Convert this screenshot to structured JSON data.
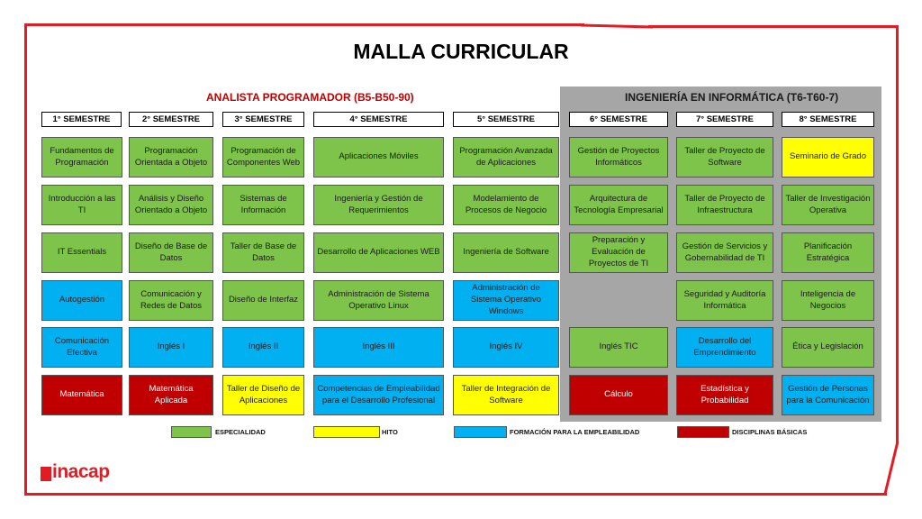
{
  "title": "MALLA CURRICULAR",
  "subtitles": {
    "analista": "ANALISTA PROGRAMADOR (B5-B50-90)",
    "ingenieria": "INGENIERÍA EN INFORMÁTICA (T6-T60-7)"
  },
  "semesters": [
    "1° SEMESTRE",
    "2° SEMESTRE",
    "3° SEMESTRE",
    "4° SEMESTRE",
    "5° SEMESTRE",
    "6° SEMESTRE",
    "7° SEMESTRE",
    "8° SEMESTRE"
  ],
  "courses": [
    [
      "Fundamentos de Programación",
      "Introducción a las TI",
      "IT Essentials",
      "Autogestión",
      "Comunicación Efectiva",
      "Matemática"
    ],
    [
      "Programación Orientada a Objeto",
      "Análisis y Diseño Orientado a Objeto",
      "Diseño de Base de Datos",
      "Comunicación y Redes de Datos",
      "Inglés I",
      "Matemática Aplicada"
    ],
    [
      "Programación de Componentes Web",
      "Sistemas de Información",
      "Taller de Base de Datos",
      "Diseño de Interfaz",
      "Inglés II",
      "Taller de Diseño de Aplicaciones"
    ],
    [
      "Aplicaciones Móviles",
      "Ingeniería y Gestión de Requerimientos",
      "Desarrollo de Aplicaciones WEB",
      "Administración de Sistema Operativo Linux",
      "Inglés III",
      "Competencias de Empleabilidad para el Desarrollo Profesional"
    ],
    [
      "Programación Avanzada de Aplicaciones",
      "Modelamiento de Procesos de Negocio",
      "Ingeniería de Software",
      "Administración de Sistema Operativo Windows",
      "Inglés IV",
      "Taller de Integración de Software"
    ],
    [
      "Gestión de Proyectos Informáticos",
      "Arquitectura de Tecnología Empresarial",
      "Preparación y Evaluación de Proyectos de TI",
      "",
      "Inglés TIC",
      "Cálculo"
    ],
    [
      "Taller de Proyecto de Software",
      "Taller de Proyecto de Infraestructura",
      "Gestión de Servicios y Gobernabilidad de TI",
      "Seguridad y Auditoría Informática",
      "Desarrollo del Emprendimiento",
      "Estadística y Probabilidad"
    ],
    [
      "Seminario de Grado",
      "Taller de Investigación Operativa",
      "Planificación Estratégica",
      "Inteligencia de Negocios",
      "Ética y Legislación",
      "Gestión de Personas para la Comunicación"
    ]
  ],
  "course_types": [
    [
      "green",
      "green",
      "green",
      "blue",
      "blue",
      "red"
    ],
    [
      "green",
      "green",
      "green",
      "green",
      "blue",
      "red"
    ],
    [
      "green",
      "green",
      "green",
      "green",
      "blue",
      "yellow"
    ],
    [
      "green",
      "green",
      "green",
      "green",
      "blue",
      "blue"
    ],
    [
      "green",
      "green",
      "green",
      "blue",
      "blue",
      "yellow"
    ],
    [
      "green",
      "green",
      "green",
      "",
      "green",
      "red"
    ],
    [
      "green",
      "green",
      "green",
      "green",
      "blue",
      "red"
    ],
    [
      "yellow",
      "green",
      "green",
      "green",
      "green",
      "blue"
    ]
  ],
  "legend": {
    "especialidad": "ESPECIALIDAD",
    "hito": "HITO",
    "formacion": "FORMACIÓN PARA LA EMPLEABILIDAD",
    "disciplinas": "DISCIPLINAS BÁSICAS"
  },
  "colors": {
    "green": "#7ec44a",
    "yellow": "#ffff00",
    "blue": "#00b0f0",
    "red": "#c00000",
    "brand_red": "#e31b23",
    "panel_gray": "#a6a6a6"
  },
  "logo": "inacap"
}
